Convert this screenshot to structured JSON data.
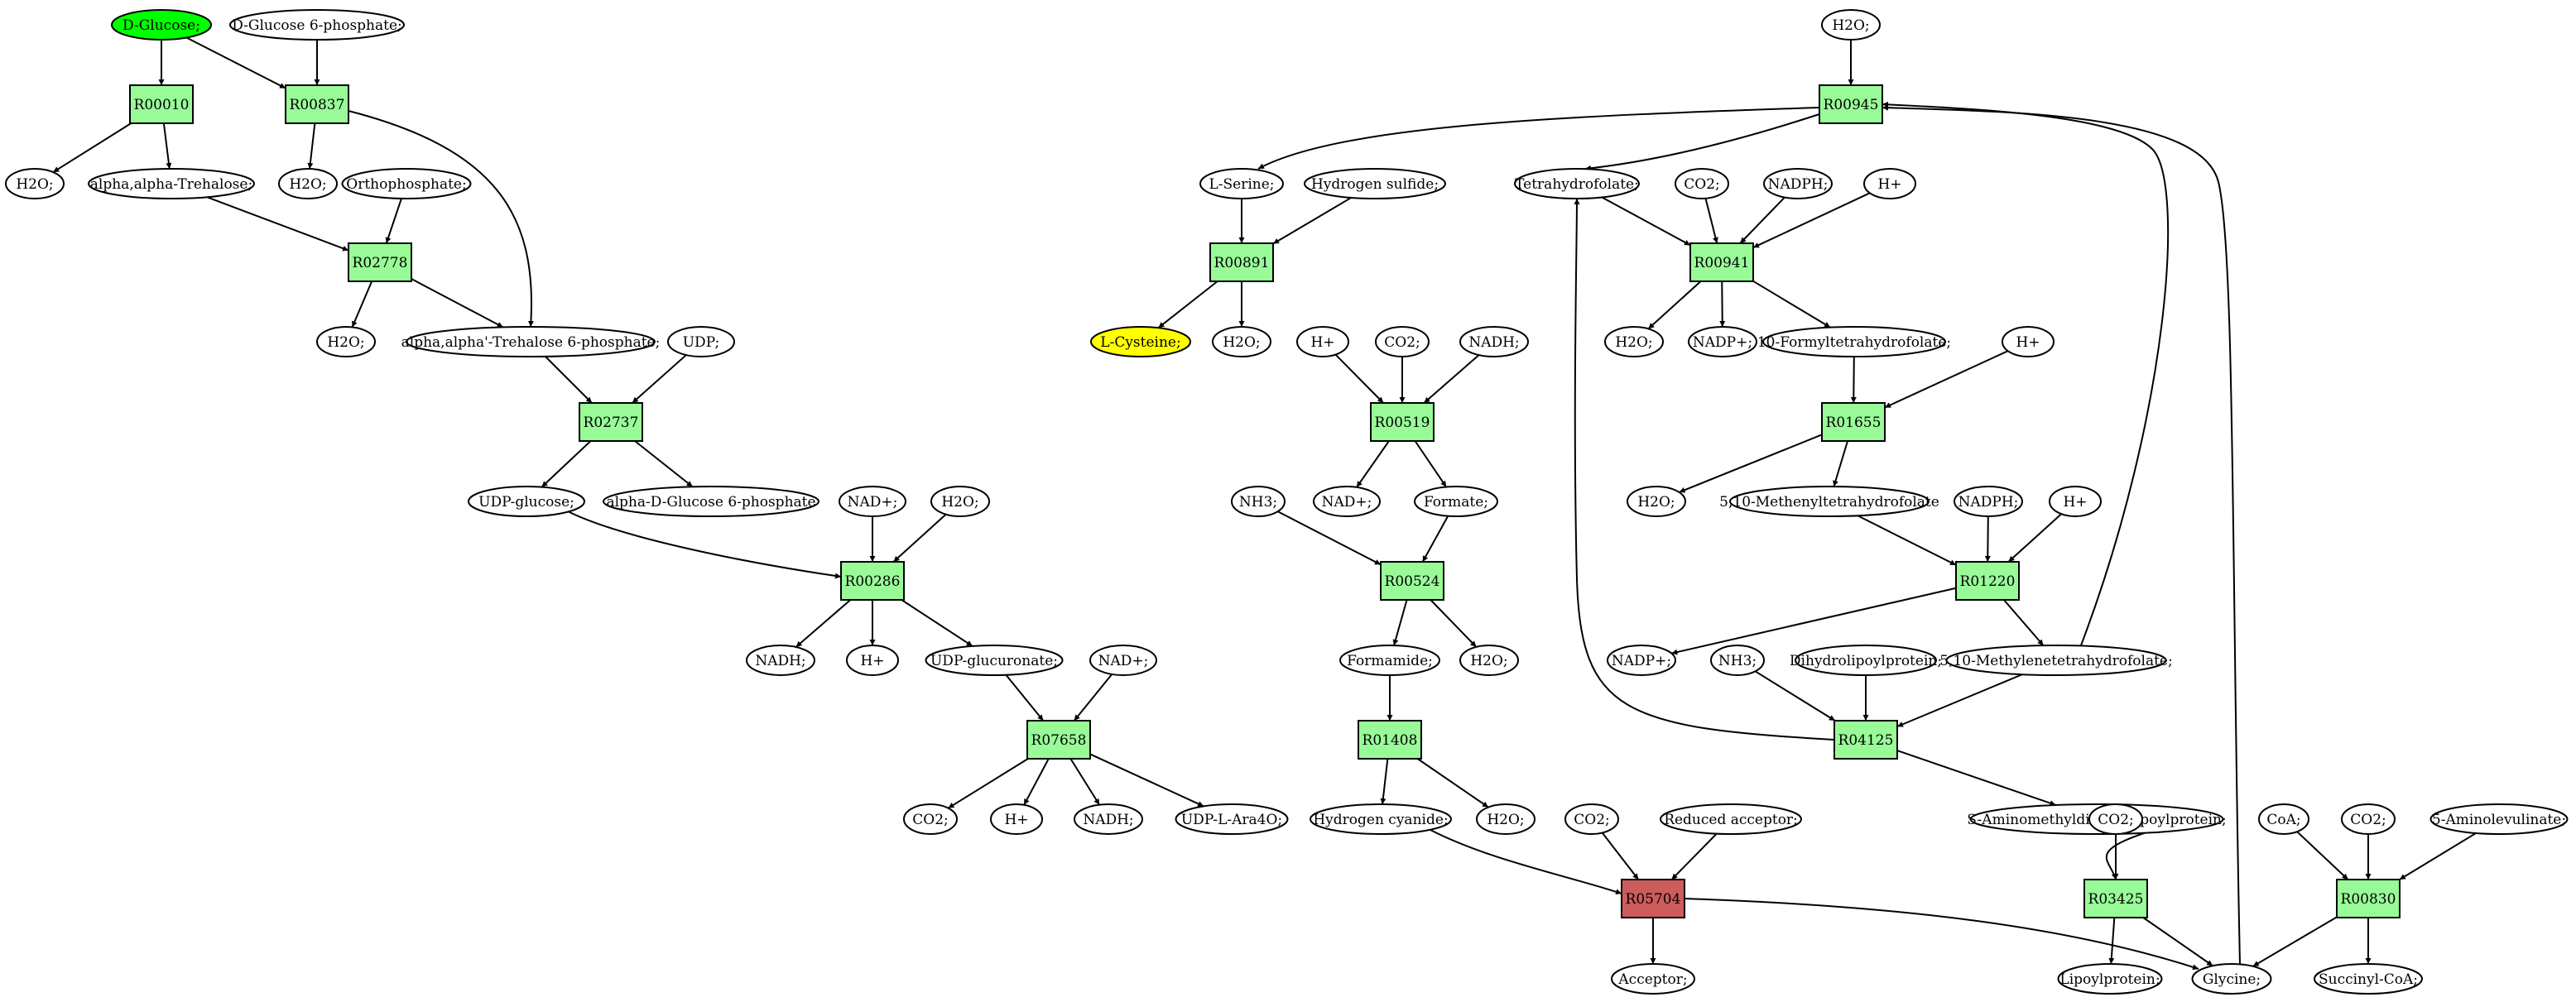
{
  "colors": {
    "reaction": "#98fb98",
    "reaction_highlight": "#cd5c5c",
    "start_compound": "#00ff00",
    "target_compound": "#ffff00",
    "compound": "#ffffff"
  },
  "nodes": [
    {
      "id": "m_glucose",
      "label": "D-Glucose;",
      "kind": "compound",
      "color": "#00ff00"
    },
    {
      "id": "m_g6p",
      "label": "D-Glucose 6-phosphate;",
      "kind": "compound"
    },
    {
      "id": "r_R00010",
      "label": "R00010",
      "kind": "reaction"
    },
    {
      "id": "r_R00837",
      "label": "R00837",
      "kind": "reaction"
    },
    {
      "id": "m_h2o_1",
      "label": "H2O;",
      "kind": "compound"
    },
    {
      "id": "m_trehalose",
      "label": "alpha,alpha-Trehalose;",
      "kind": "compound"
    },
    {
      "id": "m_h2o_2",
      "label": "H2O;",
      "kind": "compound"
    },
    {
      "id": "m_orthophosphate",
      "label": "Orthophosphate;",
      "kind": "compound"
    },
    {
      "id": "r_R02778",
      "label": "R02778",
      "kind": "reaction"
    },
    {
      "id": "m_h2o_3",
      "label": "H2O;",
      "kind": "compound"
    },
    {
      "id": "m_t6p",
      "label": "alpha,alpha'-Trehalose 6-phosphate;",
      "kind": "compound"
    },
    {
      "id": "m_udp",
      "label": "UDP;",
      "kind": "compound"
    },
    {
      "id": "r_R02737",
      "label": "R02737",
      "kind": "reaction"
    },
    {
      "id": "m_udpglucose",
      "label": "UDP-glucose;",
      "kind": "compound"
    },
    {
      "id": "m_adg6p",
      "label": "alpha-D-Glucose 6-phosphate",
      "kind": "compound"
    },
    {
      "id": "m_nadp_l1",
      "label": "NAD+;",
      "kind": "compound"
    },
    {
      "id": "m_h2o_4",
      "label": "H2O;",
      "kind": "compound"
    },
    {
      "id": "r_R00286",
      "label": "R00286",
      "kind": "reaction"
    },
    {
      "id": "m_nadh_1",
      "label": "NADH;",
      "kind": "compound"
    },
    {
      "id": "m_hplus_1",
      "label": "H+",
      "kind": "compound"
    },
    {
      "id": "m_udpglucuronate",
      "label": "UDP-glucuronate;",
      "kind": "compound"
    },
    {
      "id": "m_nadp_l2",
      "label": "NAD+;",
      "kind": "compound"
    },
    {
      "id": "r_R07658",
      "label": "R07658",
      "kind": "reaction"
    },
    {
      "id": "m_co2_1",
      "label": "CO2;",
      "kind": "compound"
    },
    {
      "id": "m_hplus_2",
      "label": "H+",
      "kind": "compound"
    },
    {
      "id": "m_nadh_2",
      "label": "NADH;",
      "kind": "compound"
    },
    {
      "id": "m_udpara4o",
      "label": "UDP-L-Ara4O;",
      "kind": "compound"
    },
    {
      "id": "m_h2o_top",
      "label": "H2O;",
      "kind": "compound"
    },
    {
      "id": "r_R00945",
      "label": "R00945",
      "kind": "reaction"
    },
    {
      "id": "m_serine",
      "label": "L-Serine;",
      "kind": "compound"
    },
    {
      "id": "m_h2s",
      "label": "Hydrogen sulfide;",
      "kind": "compound"
    },
    {
      "id": "r_R00891",
      "label": "R00891",
      "kind": "reaction"
    },
    {
      "id": "m_cysteine",
      "label": "L-Cysteine;",
      "kind": "compound",
      "color": "#ffff00"
    },
    {
      "id": "m_h2o_5",
      "label": "H2O;",
      "kind": "compound"
    },
    {
      "id": "m_hplus_3",
      "label": "H+",
      "kind": "compound"
    },
    {
      "id": "m_co2_2",
      "label": "CO2;",
      "kind": "compound"
    },
    {
      "id": "m_nadh_3",
      "label": "NADH;",
      "kind": "compound"
    },
    {
      "id": "r_R00519",
      "label": "R00519",
      "kind": "reaction"
    },
    {
      "id": "m_nh3_1",
      "label": "NH3;",
      "kind": "compound"
    },
    {
      "id": "m_nad_1",
      "label": "NAD+;",
      "kind": "compound"
    },
    {
      "id": "m_formate",
      "label": "Formate;",
      "kind": "compound"
    },
    {
      "id": "r_R00524",
      "label": "R00524",
      "kind": "reaction"
    },
    {
      "id": "m_formamide",
      "label": "Formamide;",
      "kind": "compound"
    },
    {
      "id": "m_h2o_6",
      "label": "H2O;",
      "kind": "compound"
    },
    {
      "id": "r_R01408",
      "label": "R01408",
      "kind": "reaction"
    },
    {
      "id": "m_hcn",
      "label": "Hydrogen cyanide;",
      "kind": "compound"
    },
    {
      "id": "m_h2o_7",
      "label": "H2O;",
      "kind": "compound"
    },
    {
      "id": "m_co2_3",
      "label": "CO2;",
      "kind": "compound"
    },
    {
      "id": "m_redacc",
      "label": "Reduced acceptor;",
      "kind": "compound"
    },
    {
      "id": "r_R05704",
      "label": "R05704",
      "kind": "reaction",
      "color": "#cd5c5c"
    },
    {
      "id": "m_acceptor",
      "label": "Acceptor;",
      "kind": "compound"
    },
    {
      "id": "m_thf",
      "label": "Tetrahydrofolate;",
      "kind": "compound"
    },
    {
      "id": "m_co2_4",
      "label": "CO2;",
      "kind": "compound"
    },
    {
      "id": "m_nadph_1",
      "label": "NADPH;",
      "kind": "compound"
    },
    {
      "id": "m_hplus_4",
      "label": "H+",
      "kind": "compound"
    },
    {
      "id": "r_R00941",
      "label": "R00941",
      "kind": "reaction"
    },
    {
      "id": "m_h2o_8",
      "label": "H2O;",
      "kind": "compound"
    },
    {
      "id": "m_nadp_1",
      "label": "NADP+;",
      "kind": "compound"
    },
    {
      "id": "m_10fthf",
      "label": "10-Formyltetrahydrofolate;",
      "kind": "compound"
    },
    {
      "id": "m_hplus_5",
      "label": "H+",
      "kind": "compound"
    },
    {
      "id": "r_R01655",
      "label": "R01655",
      "kind": "reaction"
    },
    {
      "id": "m_h2o_9",
      "label": "H2O;",
      "kind": "compound"
    },
    {
      "id": "m_methenylthf",
      "label": "5,10-Methenyltetrahydrofolate",
      "kind": "compound"
    },
    {
      "id": "m_nadph_2",
      "label": "NADPH;",
      "kind": "compound"
    },
    {
      "id": "m_hplus_6",
      "label": "H+",
      "kind": "compound"
    },
    {
      "id": "r_R01220",
      "label": "R01220",
      "kind": "reaction"
    },
    {
      "id": "m_nadp_2",
      "label": "NADP+;",
      "kind": "compound"
    },
    {
      "id": "m_methylenethf",
      "label": "5,10-Methylenetetrahydrofolate;",
      "kind": "compound"
    },
    {
      "id": "m_nh3_2",
      "label": "NH3;",
      "kind": "compound"
    },
    {
      "id": "m_dihydrolipoyl",
      "label": "Dihydrolipoylprotein;",
      "kind": "compound"
    },
    {
      "id": "r_R04125",
      "label": "R04125",
      "kind": "reaction"
    },
    {
      "id": "m_samdlp",
      "label": "S-Aminomethyldihydrolipoylprotein;",
      "kind": "compound"
    },
    {
      "id": "m_co2_5",
      "label": "CO2;",
      "kind": "compound"
    },
    {
      "id": "r_R03425",
      "label": "R03425",
      "kind": "reaction"
    },
    {
      "id": "m_lipoyl",
      "label": "Lipoylprotein;",
      "kind": "compound"
    },
    {
      "id": "m_glycine",
      "label": "Glycine;",
      "kind": "compound"
    },
    {
      "id": "m_coa",
      "label": "CoA;",
      "kind": "compound"
    },
    {
      "id": "m_co2_6",
      "label": "CO2;",
      "kind": "compound"
    },
    {
      "id": "m_ala",
      "label": "5-Aminolevulinate;",
      "kind": "compound"
    },
    {
      "id": "r_R00830",
      "label": "R00830",
      "kind": "reaction"
    },
    {
      "id": "m_succoa",
      "label": "Succinyl-CoA;",
      "kind": "compound"
    }
  ],
  "edges": [
    [
      "m_glucose",
      "r_R00010"
    ],
    [
      "m_glucose",
      "r_R00837"
    ],
    [
      "m_g6p",
      "r_R00837"
    ],
    [
      "r_R00010",
      "m_h2o_1"
    ],
    [
      "r_R00010",
      "m_trehalose"
    ],
    [
      "r_R00837",
      "m_h2o_2"
    ],
    [
      "r_R00837",
      "m_t6p"
    ],
    [
      "m_trehalose",
      "r_R02778"
    ],
    [
      "m_orthophosphate",
      "r_R02778"
    ],
    [
      "r_R02778",
      "m_h2o_3"
    ],
    [
      "r_R02778",
      "m_t6p"
    ],
    [
      "m_t6p",
      "r_R02737"
    ],
    [
      "m_udp",
      "r_R02737"
    ],
    [
      "r_R02737",
      "m_udpglucose"
    ],
    [
      "r_R02737",
      "m_adg6p"
    ],
    [
      "m_udpglucose",
      "r_R00286"
    ],
    [
      "m_nadp_l1",
      "r_R00286"
    ],
    [
      "m_h2o_4",
      "r_R00286"
    ],
    [
      "r_R00286",
      "m_nadh_1"
    ],
    [
      "r_R00286",
      "m_hplus_1"
    ],
    [
      "r_R00286",
      "m_udpglucuronate"
    ],
    [
      "m_udpglucuronate",
      "r_R07658"
    ],
    [
      "m_nadp_l2",
      "r_R07658"
    ],
    [
      "r_R07658",
      "m_co2_1"
    ],
    [
      "r_R07658",
      "m_hplus_2"
    ],
    [
      "r_R07658",
      "m_nadh_2"
    ],
    [
      "r_R07658",
      "m_udpara4o"
    ],
    [
      "m_h2o_top",
      "r_R00945"
    ],
    [
      "r_R00945",
      "m_serine"
    ],
    [
      "r_R00945",
      "m_thf"
    ],
    [
      "m_serine",
      "r_R00891"
    ],
    [
      "m_h2s",
      "r_R00891"
    ],
    [
      "r_R00891",
      "m_cysteine"
    ],
    [
      "r_R00891",
      "m_h2o_5"
    ],
    [
      "m_hplus_3",
      "r_R00519"
    ],
    [
      "m_co2_2",
      "r_R00519"
    ],
    [
      "m_nadh_3",
      "r_R00519"
    ],
    [
      "r_R00519",
      "m_nad_1"
    ],
    [
      "r_R00519",
      "m_formate"
    ],
    [
      "m_nh3_1",
      "r_R00524"
    ],
    [
      "m_formate",
      "r_R00524"
    ],
    [
      "r_R00524",
      "m_formamide"
    ],
    [
      "r_R00524",
      "m_h2o_6"
    ],
    [
      "m_formamide",
      "r_R01408"
    ],
    [
      "r_R01408",
      "m_hcn"
    ],
    [
      "r_R01408",
      "m_h2o_7"
    ],
    [
      "m_hcn",
      "r_R05704"
    ],
    [
      "m_co2_3",
      "r_R05704"
    ],
    [
      "m_redacc",
      "r_R05704"
    ],
    [
      "r_R05704",
      "m_acceptor"
    ],
    [
      "r_R05704",
      "m_glycine"
    ],
    [
      "m_thf",
      "r_R00941"
    ],
    [
      "m_co2_4",
      "r_R00941"
    ],
    [
      "m_nadph_1",
      "r_R00941"
    ],
    [
      "m_hplus_4",
      "r_R00941"
    ],
    [
      "r_R00941",
      "m_h2o_8"
    ],
    [
      "r_R00941",
      "m_nadp_1"
    ],
    [
      "r_R00941",
      "m_10fthf"
    ],
    [
      "m_10fthf",
      "r_R01655"
    ],
    [
      "m_hplus_5",
      "r_R01655"
    ],
    [
      "r_R01655",
      "m_h2o_9"
    ],
    [
      "r_R01655",
      "m_methenylthf"
    ],
    [
      "m_methenylthf",
      "r_R01220"
    ],
    [
      "m_nadph_2",
      "r_R01220"
    ],
    [
      "m_hplus_6",
      "r_R01220"
    ],
    [
      "r_R01220",
      "m_nadp_2"
    ],
    [
      "r_R01220",
      "m_methylenethf"
    ],
    [
      "m_methylenethf",
      "r_R00945"
    ],
    [
      "m_nh3_2",
      "r_R04125"
    ],
    [
      "m_dihydrolipoyl",
      "r_R04125"
    ],
    [
      "m_methylenethf",
      "r_R04125"
    ],
    [
      "r_R04125",
      "m_thf"
    ],
    [
      "r_R04125",
      "m_samdlp"
    ],
    [
      "m_samdlp",
      "r_R03425"
    ],
    [
      "m_co2_5",
      "r_R03425"
    ],
    [
      "r_R03425",
      "m_lipoyl"
    ],
    [
      "r_R03425",
      "m_glycine"
    ],
    [
      "m_coa",
      "r_R00830"
    ],
    [
      "m_co2_6",
      "r_R00830"
    ],
    [
      "m_ala",
      "r_R00830"
    ],
    [
      "r_R00830",
      "m_succoa"
    ],
    [
      "r_R00830",
      "m_glycine"
    ],
    [
      "m_glycine",
      "r_R00945"
    ]
  ]
}
